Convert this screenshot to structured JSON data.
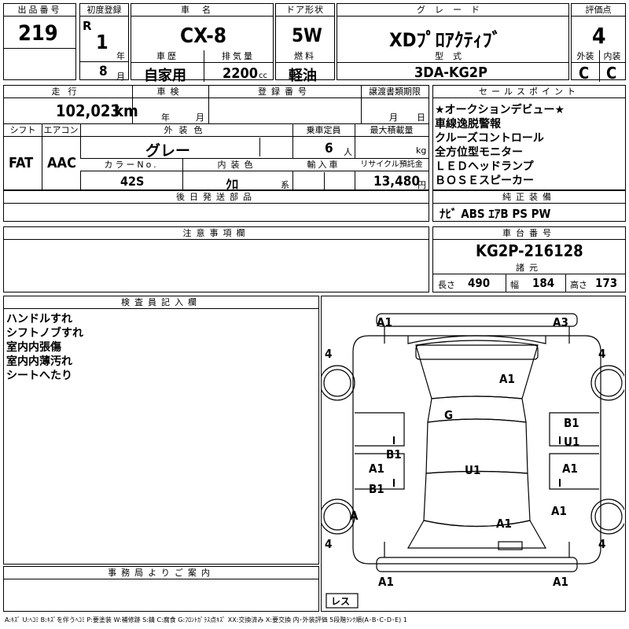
{
  "headers": {
    "lot_no": "出品番号",
    "first_reg": "初度登録",
    "car_name": "車名",
    "door": "ドア形状",
    "grade": "グレード",
    "score": "評価点",
    "history": "車歴",
    "displacement": "排気量",
    "fuel": "燃料",
    "model_code": "型式",
    "exterior": "外装",
    "interior": "内装",
    "mileage": "走行",
    "inspection": "車検",
    "reg_no": "登録番号",
    "transfer": "譲渡書類期限",
    "sales_points": "セールスポイント",
    "shift": "シフト",
    "aircon": "エアコン",
    "ext_color": "外装色",
    "capacity": "乗車定員",
    "max_load": "最大積載量",
    "color_no": "カラーNo.",
    "int_color": "内装色",
    "import": "輸入車",
    "recycle": "リサイクル預託金",
    "later_parts": "後日発送部品",
    "genuine": "純正装備",
    "notes": "注意事項欄",
    "chassis_no": "車台番号",
    "specs": "諸元",
    "inspector": "検査員記入欄",
    "office": "事務局よりご案内"
  },
  "vehicle": {
    "lot_no": "219",
    "era": "R",
    "year": "1",
    "year_unit": "年",
    "month": "8",
    "month_unit": "月",
    "car_name": "CX-8",
    "door": "5W",
    "grade": "XDﾌﾟﾛｱｸﾃｨﾌﾞ",
    "score": "4",
    "history": "自家用",
    "displacement": "2200",
    "displacement_unit": "cc",
    "fuel": "軽油",
    "model_code": "3DA-KG2P",
    "exterior_grade": "C",
    "interior_grade": "C",
    "mileage": "102,023",
    "mileage_unit": "km",
    "inspection_year_unit": "年",
    "inspection_month_unit": "月",
    "transfer_month_unit": "月",
    "transfer_day_unit": "日",
    "shift": "FAT",
    "aircon": "AAC",
    "ext_color": "グレー",
    "capacity": "6",
    "capacity_unit": "人",
    "max_load_unit": "kg",
    "color_no": "42S",
    "int_color": "ｸﾛ",
    "int_color_unit": "系",
    "recycle": "13,480",
    "recycle_unit": "円",
    "chassis_no": "KG2P-216128",
    "length_label": "長さ",
    "length": "490",
    "width_label": "幅",
    "width": "184",
    "height_label": "高さ",
    "height": "173"
  },
  "sales_points": [
    "★オークションデビュー★",
    "車線逸脱警報",
    "クルーズコントロール",
    "全方位型モニター",
    "ＬＥＤヘッドランプ",
    "ＢＯＳＥスピーカー"
  ],
  "genuine_equipment": "ﾅﾋﾞ ABS ｴｱB PS PW",
  "inspector_notes": [
    "ハンドルすれ",
    "シフトノブすれ",
    "室内内張傷",
    "室内内薄汚れ",
    "シートへたり"
  ],
  "diagram": {
    "tire_fl": "4",
    "tire_fr": "4",
    "tire_rl": "4",
    "tire_rr": "4",
    "front_bumper_left": "A1",
    "front_bumper_right": "A3",
    "hood": "A1",
    "roof": "G",
    "right_front_door_upper": "B1",
    "right_front_door_lower": "U1",
    "left_pillar": "B1",
    "left_front_door": "A1",
    "left_rear_door": "B1",
    "cabin": "U1",
    "right_rear_door": "A1",
    "left_rear_fender": "A",
    "trunk": "A1",
    "right_rear_fender": "A1",
    "rear_bumper_left": "A1",
    "rear_bumper_right": "A1",
    "spare_tire": "レス"
  },
  "legend": "A:ｷｽﾞ U:ﾍｺﾐ B:ｷｽﾞを伴うﾍｺﾐ P:要塗装 W:補修跡 S:錆 C:腐食 G:ﾌﾛﾝﾄｶﾞﾗｽ点ｷｽﾞ XX:交換済み X:要交換  内･外装評価 5段階ﾗﾝｸ順(A･B･C･D･E) 1"
}
